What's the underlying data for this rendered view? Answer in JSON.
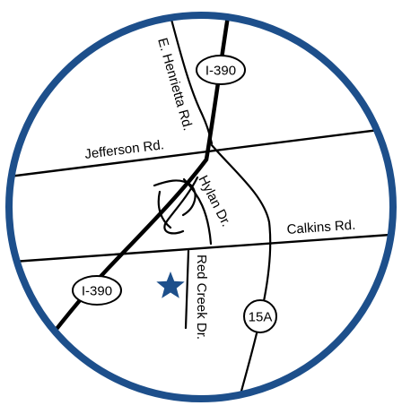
{
  "colors": {
    "border": "#1d4f8b",
    "road": "#000000",
    "background": "#ffffff",
    "marker": "#1d4f8b"
  },
  "roads": {
    "e_henrietta": "E. Henrietta Rd.",
    "jefferson": "Jefferson Rd.",
    "hylan": "Hylan Dr.",
    "calkins": "Calkins Rd.",
    "red_creek": "Red Creek Dr."
  },
  "shields": {
    "i390_top": "I-390",
    "i390_bottom": "I-390",
    "route_15a": "15A"
  },
  "marker": {
    "icon": "star-icon"
  }
}
